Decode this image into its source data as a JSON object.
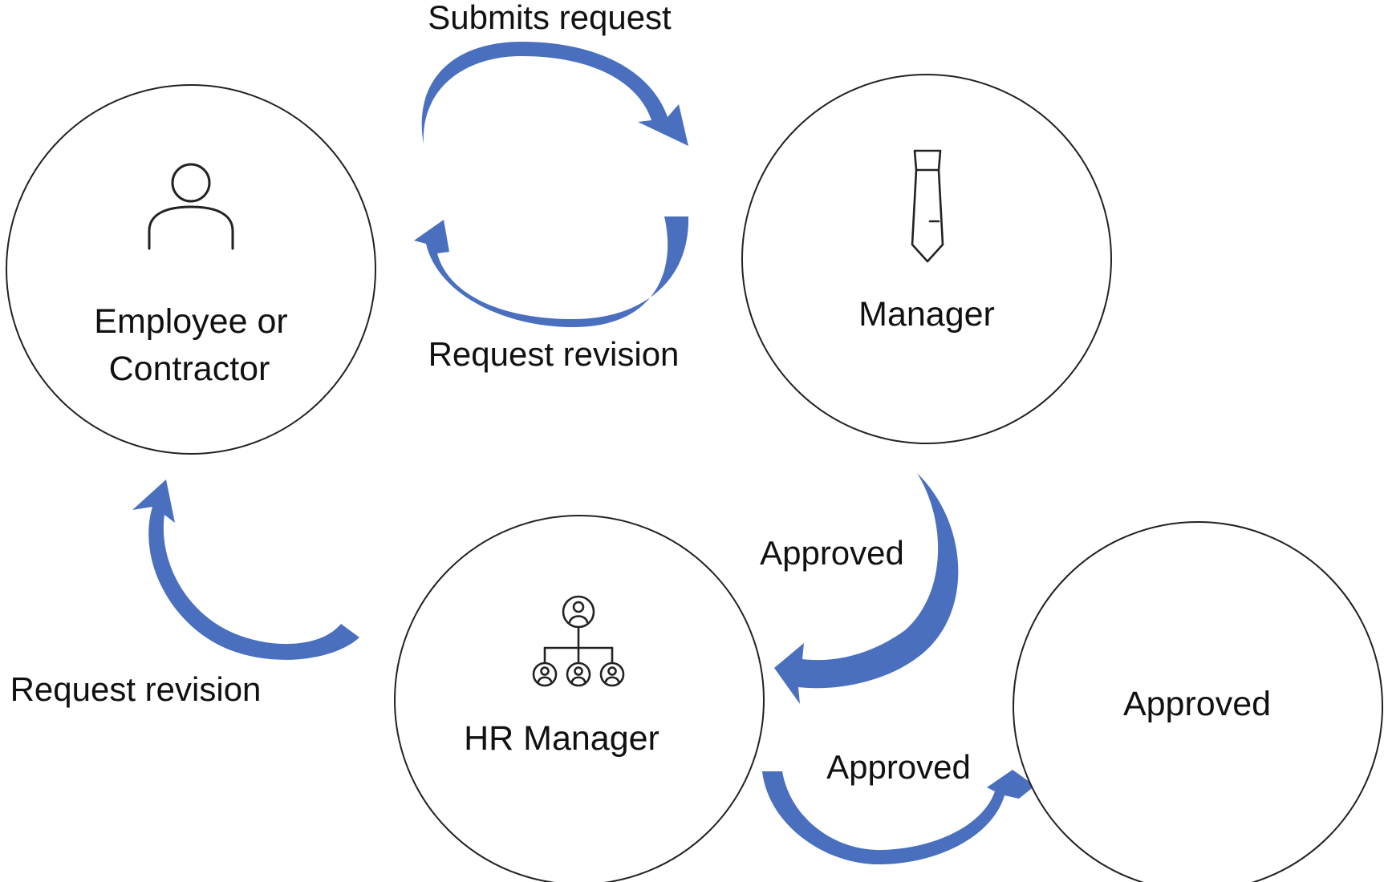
{
  "colors": {
    "arrow": "#4a6fbf",
    "outline": "#222222",
    "text": "#111111",
    "background": "#ffffff"
  },
  "nodes": {
    "employee": {
      "label_line1": "Employee or",
      "label_line2": "Contractor",
      "icon": "person-icon"
    },
    "manager": {
      "label": "Manager",
      "icon": "necktie-icon"
    },
    "hr_manager": {
      "label": "HR Manager",
      "icon": "org-chart-icon"
    },
    "approved": {
      "label": "Approved"
    }
  },
  "edges": {
    "submits_request": {
      "label": "Submits request",
      "from": "Employee or Contractor",
      "to": "Manager"
    },
    "manager_request_revision": {
      "label": "Request revision",
      "from": "Manager",
      "to": "Employee or Contractor"
    },
    "manager_approved": {
      "label": "Approved",
      "from": "Manager",
      "to": "HR Manager"
    },
    "hr_request_revision": {
      "label": "Request revision",
      "from": "HR Manager",
      "to": "Employee or Contractor"
    },
    "hr_approved": {
      "label": "Approved",
      "from": "HR Manager",
      "to": "Approved"
    }
  }
}
